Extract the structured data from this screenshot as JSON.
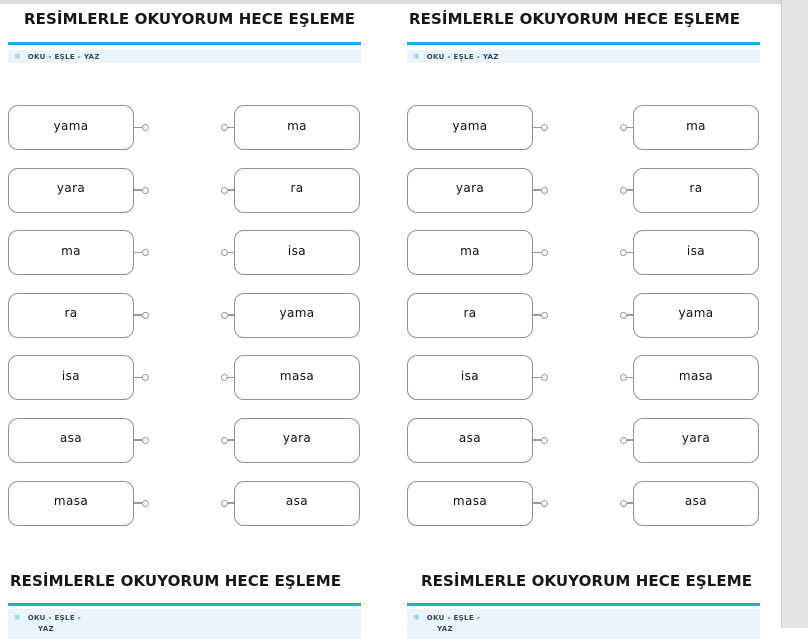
{
  "document": {
    "accent_color": "#1aace8",
    "bar_color": "#eaf4fb",
    "box_border_color": "#909090",
    "connector_color": "#9a9a9a",
    "page_edge_color": "#e4e4e4",
    "top_strip_color": "#dbdbdb",
    "icon_glyph": "❋"
  },
  "panels": [
    {
      "title": "RESİMLERLE OKUYORUM HECE EŞLEME",
      "instruction": "OKU - EŞLE - YAZ",
      "left_column": [
        "yama",
        "yara",
        "ma",
        "ra",
        "isa",
        "asa",
        "masa"
      ],
      "right_column": [
        "ma",
        "ra",
        "isa",
        "yama",
        "masa",
        "yara",
        "asa"
      ]
    },
    {
      "title": "RESİMLERLE OKUYORUM HECE EŞLEME",
      "instruction": "OKU - EŞLE - YAZ",
      "left_column": [
        "yama",
        "yara",
        "ma",
        "ra",
        "isa",
        "asa",
        "masa"
      ],
      "right_column": [
        "ma",
        "ra",
        "isa",
        "yama",
        "masa",
        "yara",
        "asa"
      ]
    }
  ],
  "partial_panels": [
    {
      "title": "RESİMLERLE OKUYORUM HECE EŞLEME",
      "instruction_line1": "OKU - EŞLE -",
      "instruction_line2": "YAZ"
    },
    {
      "title": "RESİMLERLE OKUYORUM HECE EŞLEME",
      "instruction_line1": "OKU - EŞLE -",
      "instruction_line2": "YAZ"
    }
  ]
}
